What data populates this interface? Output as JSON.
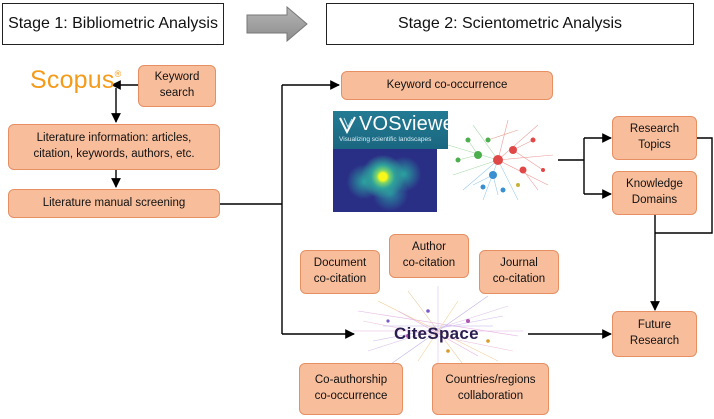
{
  "stages": {
    "stage1": "Stage 1: Bibliometric Analysis",
    "stage2": "Stage 2: Scientometric Analysis"
  },
  "logos": {
    "scopus": "Scopus",
    "vosviewer_title": "VOSviewer",
    "vosviewer_subtitle": "Visualizing scientific landscapes",
    "citespace": "CiteSpace"
  },
  "boxes": {
    "keyword_search": "Keyword\nsearch",
    "literature_information": "Literature information: articles,\ncitation, keywords, authors, etc.",
    "literature_screening": "Literature manual screening",
    "keyword_cooccurrence": "Keyword co-occurrence",
    "research_topics": "Research\nTopics",
    "knowledge_domains": "Knowledge\nDomains",
    "document_cocitation": "Document\nco-citation",
    "author_cocitation": "Author\nco-citation",
    "journal_cocitation": "Journal\nco-citation",
    "future_research": "Future\nResearch",
    "coauthorship": "Co-authorship\nco-occurrence",
    "countries_collaboration": "Countries/regions\ncollaboration"
  },
  "colors": {
    "box_fill": "#f8be9c",
    "box_border": "#e58f63",
    "arrow": "#000000",
    "scopus_orange": "#f59b1a",
    "vosviewer_teal": "#1f728c"
  },
  "icons": {
    "stage_arrow": "big-right-arrow-icon"
  }
}
